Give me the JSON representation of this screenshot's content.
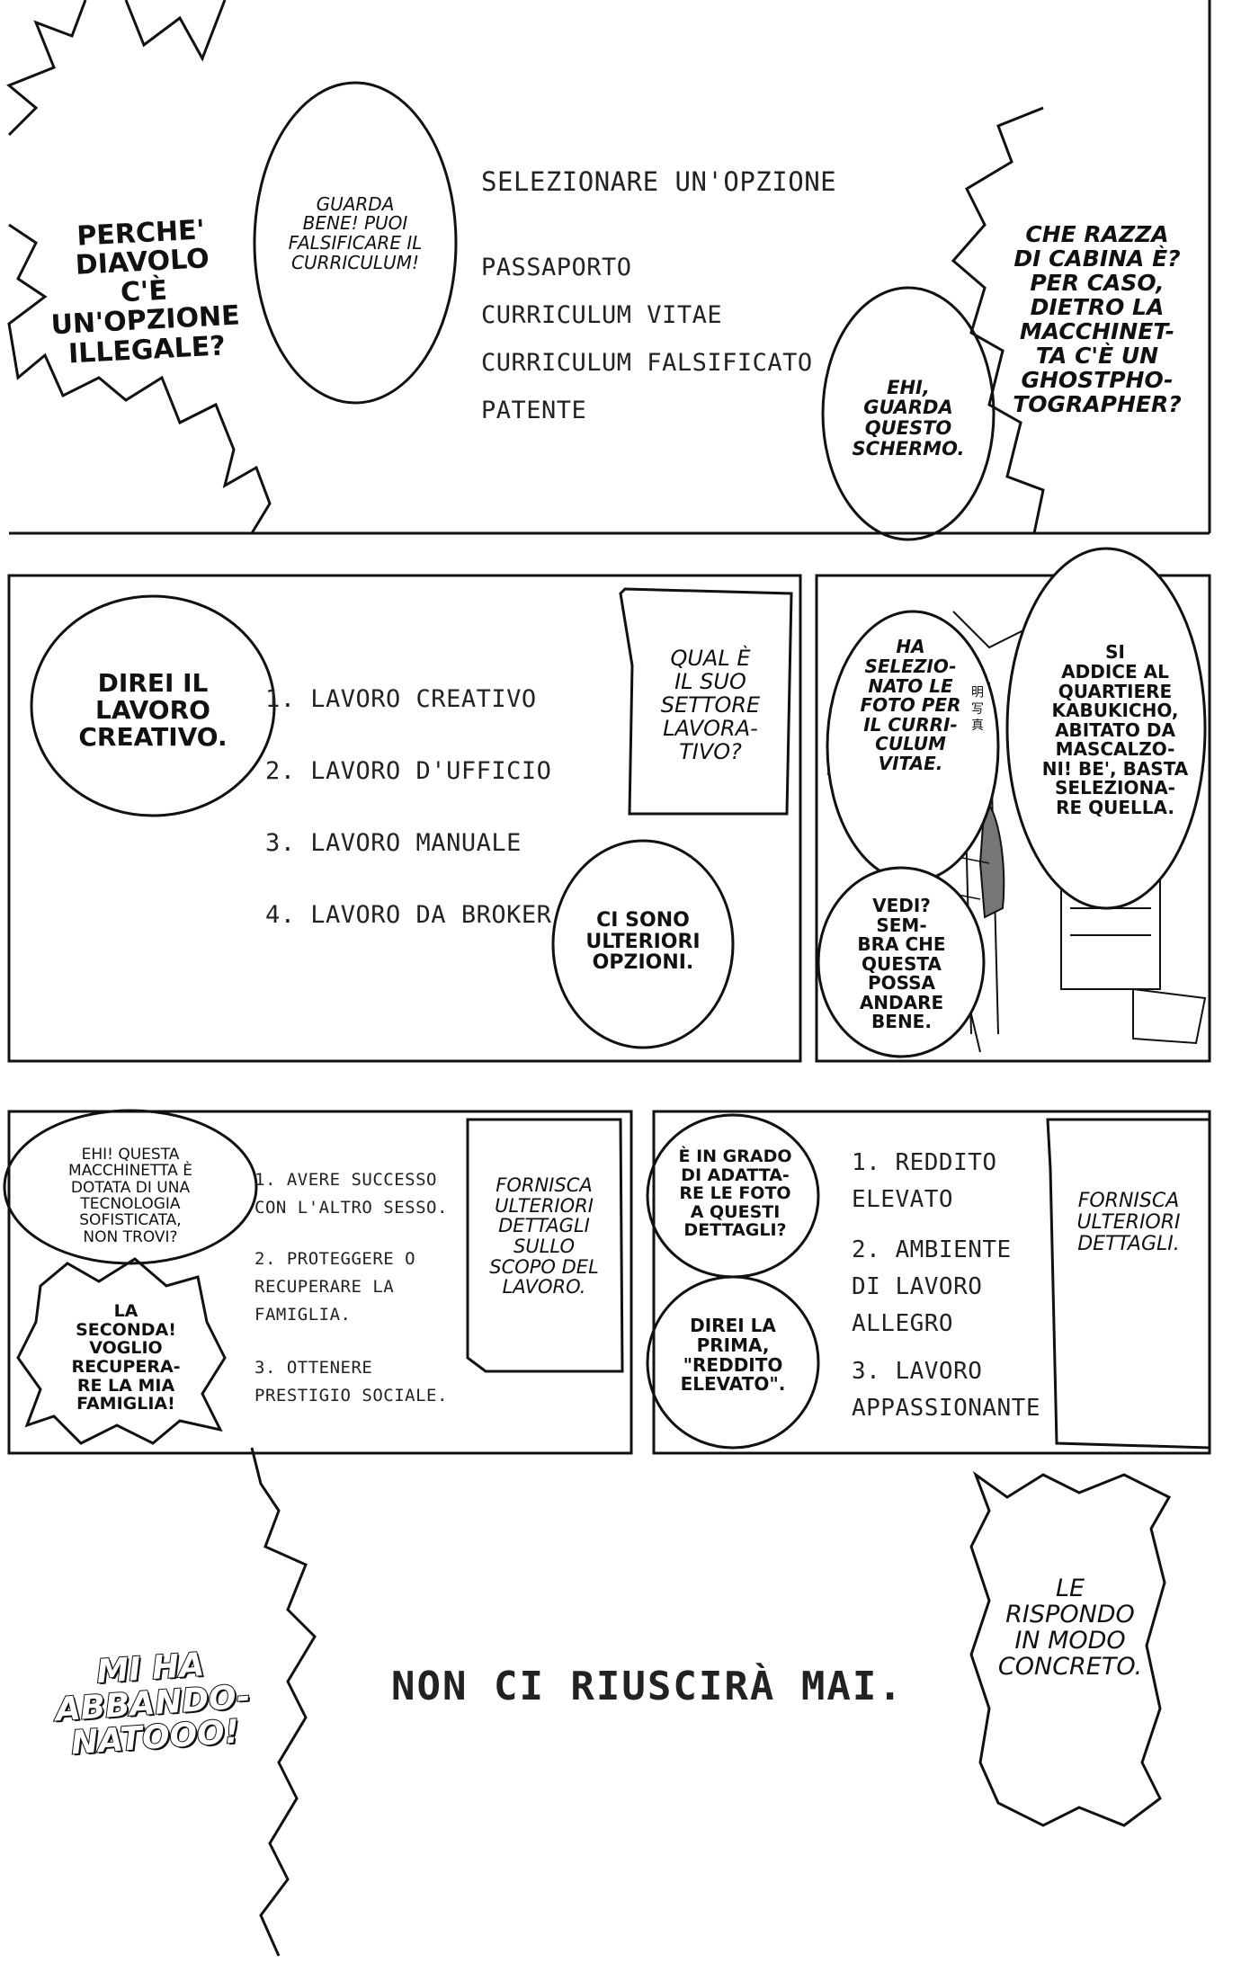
{
  "panel1": {
    "shout_left": "PERCHE'\nDIAVOLO C'È\nUN'OPZIONE\nILLEGALE?",
    "bubble_look": "GUARDA\nBENE! PUOI\nFALSIFICARE IL\nCURRICULUM!",
    "screen_title": "SELEZIONARE UN'OPZIONE",
    "screen_options": [
      "PASSAPORTO",
      "CURRICULUM VITAE",
      "CURRICULUM FALSIFICATO",
      "PATENTE"
    ],
    "bubble_ehi": "EHI,\nGUARDA\nQUESTO\nSCHERMO.",
    "bubble_right": "CHE RAZZA\nDI CABINA È?\nPER CASO,\nDIETRO LA\nMACCHINET-\nTA C'È UN\nGHOSTPHO-\nTOGRAPHER?"
  },
  "panel2": {
    "bubble_direi": "DIREI IL\nLAVORO\nCREATIVO.",
    "screen_options": [
      "1. LAVORO CREATIVO",
      "2. LAVORO D'UFFICIO",
      "3. LAVORO MANUALE",
      "4. LAVORO DA BROKER"
    ],
    "box_question": "QUAL È\nIL SUO\nSETTORE\nLAVORA-\nTIVO?",
    "bubble_more": "CI SONO\nULTERIORI\nOPZIONI."
  },
  "panel3": {
    "bubble_selected": "HA\nSELEZIO-\nNATO LE\nFOTO PER\nIL CURRI-\nCULUM\nVITAE.",
    "bubble_kabuki": "SI\nADDICE AL\nQUARTIERE\nKABUKICHO,\nABITATO DA\nMASCALZO-\nNI! BE', BASTA\nSELEZIONA-\nRE QUELLA.",
    "bubble_vedi": "VEDI?\nSEM-\nBRA CHE\nQUESTA\nPOSSA\nANDARE\nBENE.",
    "sign_text": "明 写 真"
  },
  "panel4": {
    "bubble_tech": "EHI! QUESTA\nMACCHINETTA È\nDOTATA DI UNA\nTECNOLOGIA\nSOFISTICATA,\nNON TROVI?",
    "bubble_second": "LA\nSECONDA!\nVOGLIO\nRECUPERA-\nRE LA MIA\nFAMIGLIA!",
    "screen_options": [
      "1. AVERE SUCCESSO\nCON L'ALTRO SESSO.",
      "2. PROTEGGERE O\nRECUPERARE LA\nFAMIGLIA.",
      "3. OTTENERE\nPRESTIGIO SOCIALE."
    ],
    "box_details": "FORNISCA\nULTERIORI\nDETTAGLI\nSULLO\nSCOPO DEL\nLAVORO."
  },
  "panel5": {
    "bubble_adapt": "È IN GRADO\nDI ADATTA-\nRE LE FOTO\nA QUESTI\nDETTAGLI?",
    "bubble_first": "DIREI LA\nPRIMA,\n\"REDDITO\nELEVATO\".",
    "screen_options": [
      "1. REDDITO\nELEVATO",
      "2. AMBIENTE\nDI LAVORO\nALLEGRO",
      "3. LAVORO\nAPPASSIONANTE"
    ],
    "box_details": "FORNISCA\nULTERIORI\nDETTAGLI."
  },
  "panel6": {
    "shout": "MI HA\nABBANDO-\nNATOOO!",
    "screen_text": "NON CI RIUSCIRÀ MAI.",
    "box_reply": "LE\nRISPONDO\nIN MODO\nCONCRETO."
  }
}
